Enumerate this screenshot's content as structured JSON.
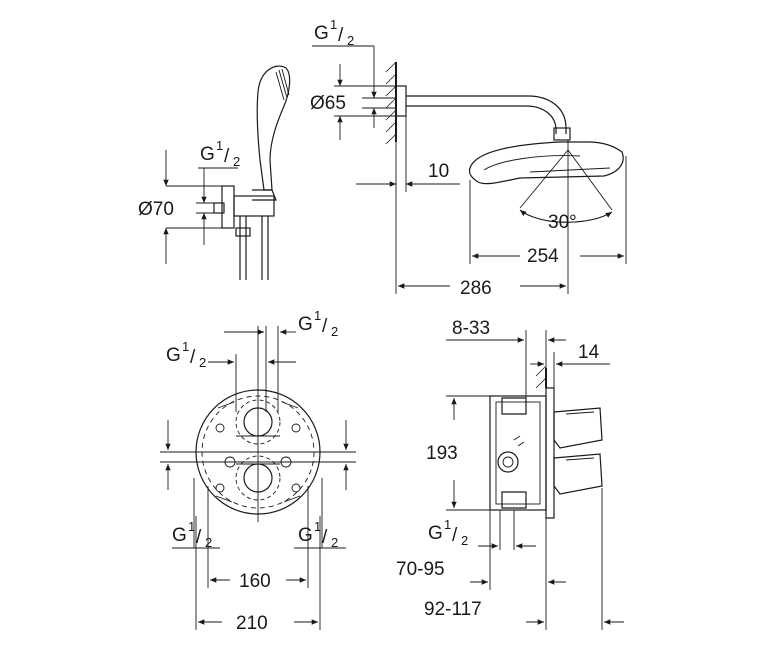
{
  "dims": {
    "g_thread_main": "G",
    "g_sup": "1",
    "g_sub": "2",
    "d65": "Ø65",
    "d70": "Ø70",
    "d10": "10",
    "angle": "30°",
    "d254": "254",
    "d286": "286",
    "d8_33": "8-33",
    "d14": "14",
    "d193": "193",
    "d70_95": "70-95",
    "d92_117": "92-117",
    "d160": "160",
    "d210": "210"
  }
}
